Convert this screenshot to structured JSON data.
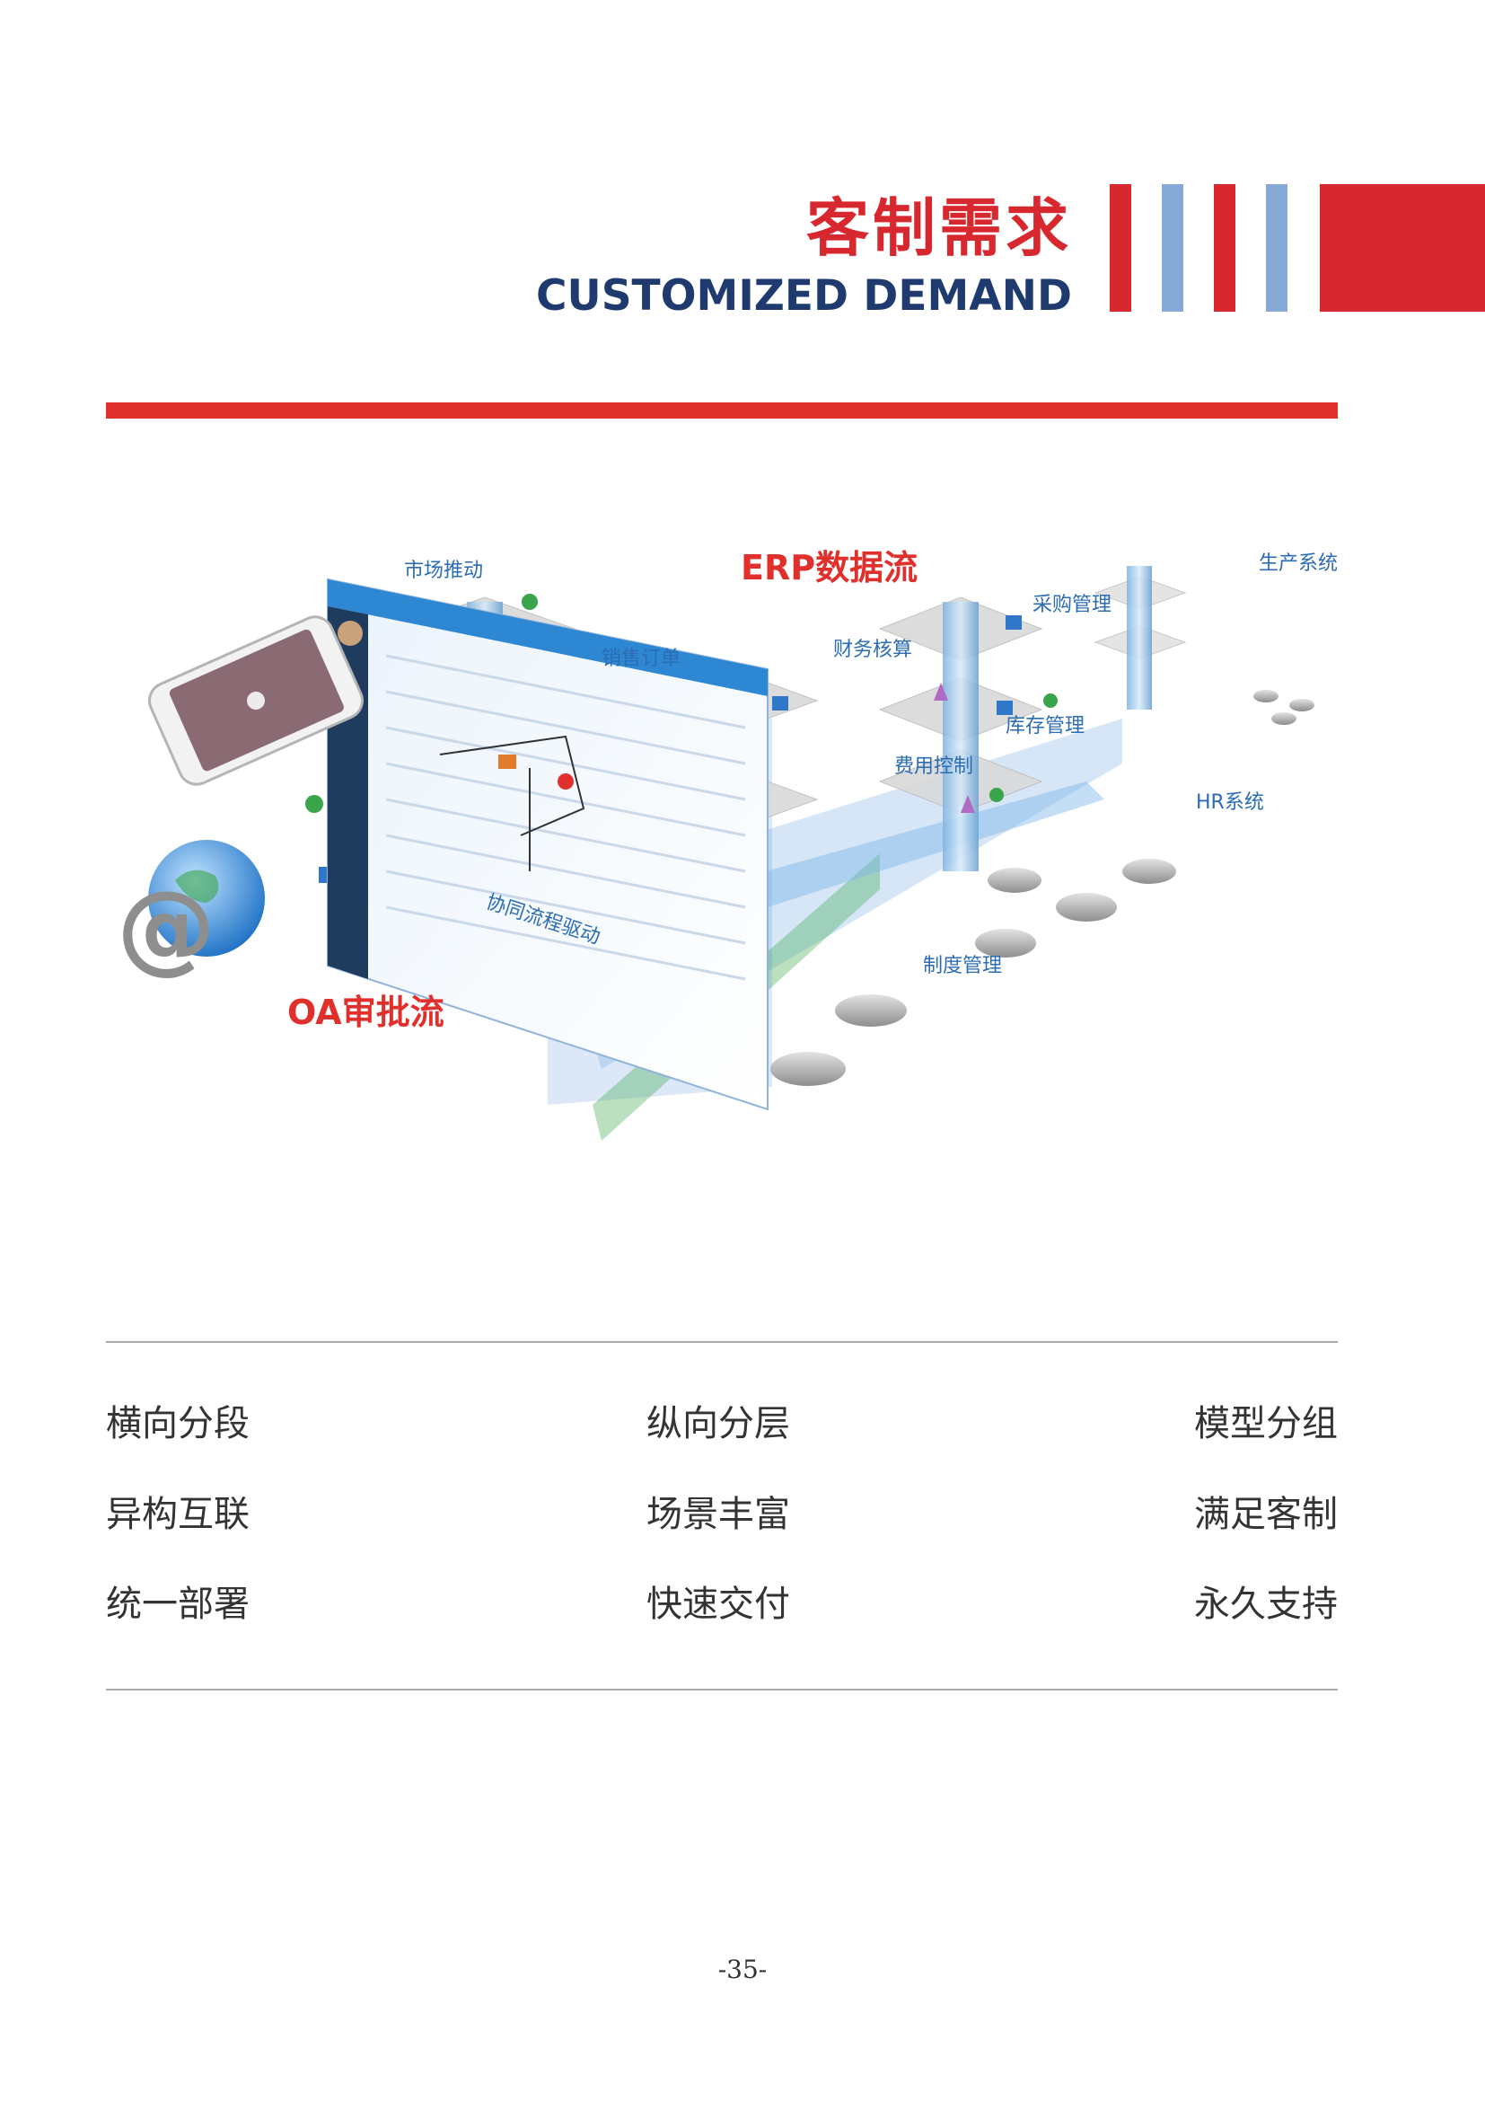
{
  "header": {
    "title_cn": "客制需求",
    "title_en": "CUSTOMIZED DEMAND",
    "stripes": [
      {
        "color": "#d8282f"
      },
      {
        "color": "#86a9d6"
      },
      {
        "color": "#d8282f"
      },
      {
        "color": "#86a9d6"
      },
      {
        "color": "#d8282f"
      }
    ],
    "rule_color": "#e0302c"
  },
  "illustration": {
    "erp_label": "ERP数据流",
    "oa_label": "OA审批流",
    "flow_label": "协同流程驱动",
    "modules": {
      "market": "市场推动",
      "sales": "销售订单",
      "finance": "财务核算",
      "purchase": "采购管理",
      "production": "生产系统",
      "inventory": "库存管理",
      "expense": "费用控制",
      "hr": "HR系统",
      "policy": "制度管理"
    }
  },
  "features": {
    "rows": [
      [
        "横向分段",
        "纵向分层",
        "模型分组"
      ],
      [
        "异构互联",
        "场景丰富",
        "满足客制"
      ],
      [
        "统一部署",
        "快速交付",
        "永久支持"
      ]
    ]
  },
  "footer": {
    "page_number": "-35-"
  }
}
